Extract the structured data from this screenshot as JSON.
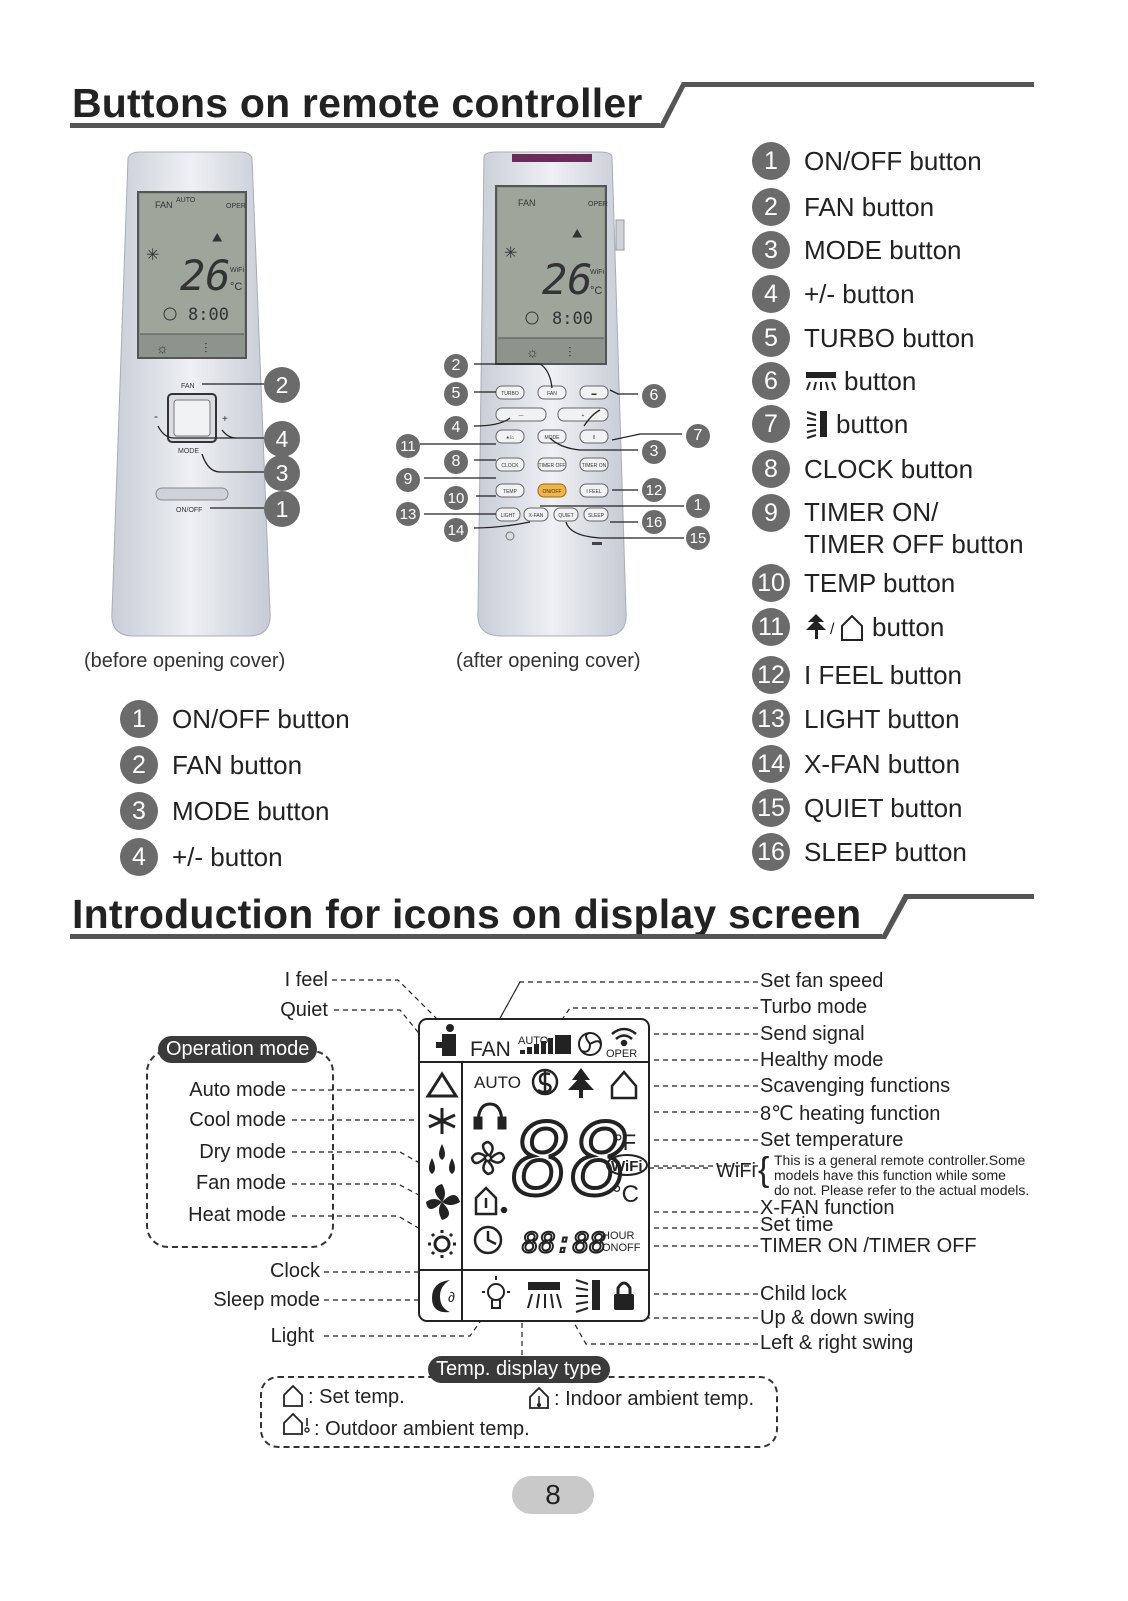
{
  "section1": {
    "title": "Buttons on remote controller"
  },
  "section2": {
    "title": "Introduction for icons on display screen"
  },
  "captions": {
    "before": "(before opening cover)",
    "after": "(after opening cover)"
  },
  "remote_before": {
    "labels": {
      "fan": "FAN",
      "mode": "MODE",
      "onoff": "ON/OFF",
      "minus": "-",
      "plus": "+"
    },
    "lcd": {
      "temp": "26",
      "unit": "°C",
      "time": "8:00",
      "fan": "FAN",
      "auto": "AUTO",
      "oper": "OPER",
      "wifi": "WiFi"
    }
  },
  "remote_after": {
    "keys": [
      "TURBO",
      "FAN",
      "MODE",
      "CLOCK",
      "TIMER OFF",
      "TIMER ON",
      "TEMP",
      "ON/OFF",
      "I FEEL",
      "LIGHT",
      "X-FAN",
      "QUIET",
      "SLEEP"
    ],
    "lcd": {
      "temp": "26",
      "unit": "°C",
      "time": "8:00",
      "fan": "FAN",
      "oper": "OPER",
      "wifi": "WiFi"
    }
  },
  "callouts_before": [
    "2",
    "4",
    "3",
    "1"
  ],
  "callouts_after": [
    "2",
    "5",
    "6",
    "4",
    "7",
    "11",
    "3",
    "8",
    "9",
    "12",
    "10",
    "1",
    "13",
    "14",
    "16",
    "15"
  ],
  "left_list": [
    {
      "num": "1",
      "label": "ON/OFF button"
    },
    {
      "num": "2",
      "label": "FAN button"
    },
    {
      "num": "3",
      "label": "MODE button"
    },
    {
      "num": "4",
      "label": "+/- button"
    }
  ],
  "right_list": [
    {
      "num": "1",
      "label": "ON/OFF button"
    },
    {
      "num": "2",
      "label": "FAN button"
    },
    {
      "num": "3",
      "label": "MODE button"
    },
    {
      "num": "4",
      "label": "+/- button"
    },
    {
      "num": "5",
      "label": "TURBO button"
    },
    {
      "num": "6",
      "label": "button",
      "icon": "up-down-swing-icon"
    },
    {
      "num": "7",
      "label": "button",
      "icon": "left-right-swing-icon"
    },
    {
      "num": "8",
      "label": "CLOCK button"
    },
    {
      "num": "9",
      "label": "TIMER ON/",
      "label2": "TIMER OFF button"
    },
    {
      "num": "10",
      "label": "TEMP button"
    },
    {
      "num": "11",
      "label": "button",
      "icon": "tree-house-icon"
    },
    {
      "num": "12",
      "label": "I FEEL button"
    },
    {
      "num": "13",
      "label": "LIGHT button"
    },
    {
      "num": "14",
      "label": "X-FAN button"
    },
    {
      "num": "15",
      "label": "QUIET button"
    },
    {
      "num": "16",
      "label": "SLEEP button"
    }
  ],
  "display": {
    "left_labels": {
      "ifeel": "I feel",
      "quiet": "Quiet",
      "clock": "Clock",
      "sleep": "Sleep mode",
      "light": "Light"
    },
    "operation_mode": {
      "title": "Operation mode",
      "items": [
        "Auto mode",
        "Cool mode",
        "Dry mode",
        "Fan mode",
        "Heat mode"
      ]
    },
    "right_labels": {
      "fan_speed": "Set fan speed",
      "turbo": "Turbo mode",
      "send_signal": "Send signal",
      "healthy": "Healthy mode",
      "scavenging": "Scavenging functions",
      "heating8": "8℃ heating function",
      "set_temp": "Set temperature",
      "wifi": "WiFi",
      "xfan": "X-FAN function",
      "set_time": "Set time",
      "timer": "TIMER ON /TIMER OFF",
      "child_lock": "Child lock",
      "updown": "Up & down swing",
      "leftright": "Left & right swing"
    },
    "wifi_note": [
      "This is a general remote controller.Some",
      "models have this function while some",
      "do not. Please refer to the actual models."
    ],
    "screen": {
      "fan": "FAN",
      "auto_small": "AUTO",
      "oper": "OPER",
      "auto": "AUTO",
      "digits": "88",
      "f": "°F",
      "c": "°C",
      "wifi": "WiFi",
      "time": "88:88",
      "hour": "HOUR",
      "onoff": "ONOFF"
    },
    "temp_display": {
      "title": "Temp. display type",
      "set": ": Set temp.",
      "indoor": ": Indoor ambient temp.",
      "outdoor": ": Outdoor ambient temp."
    }
  },
  "page_number": "8"
}
